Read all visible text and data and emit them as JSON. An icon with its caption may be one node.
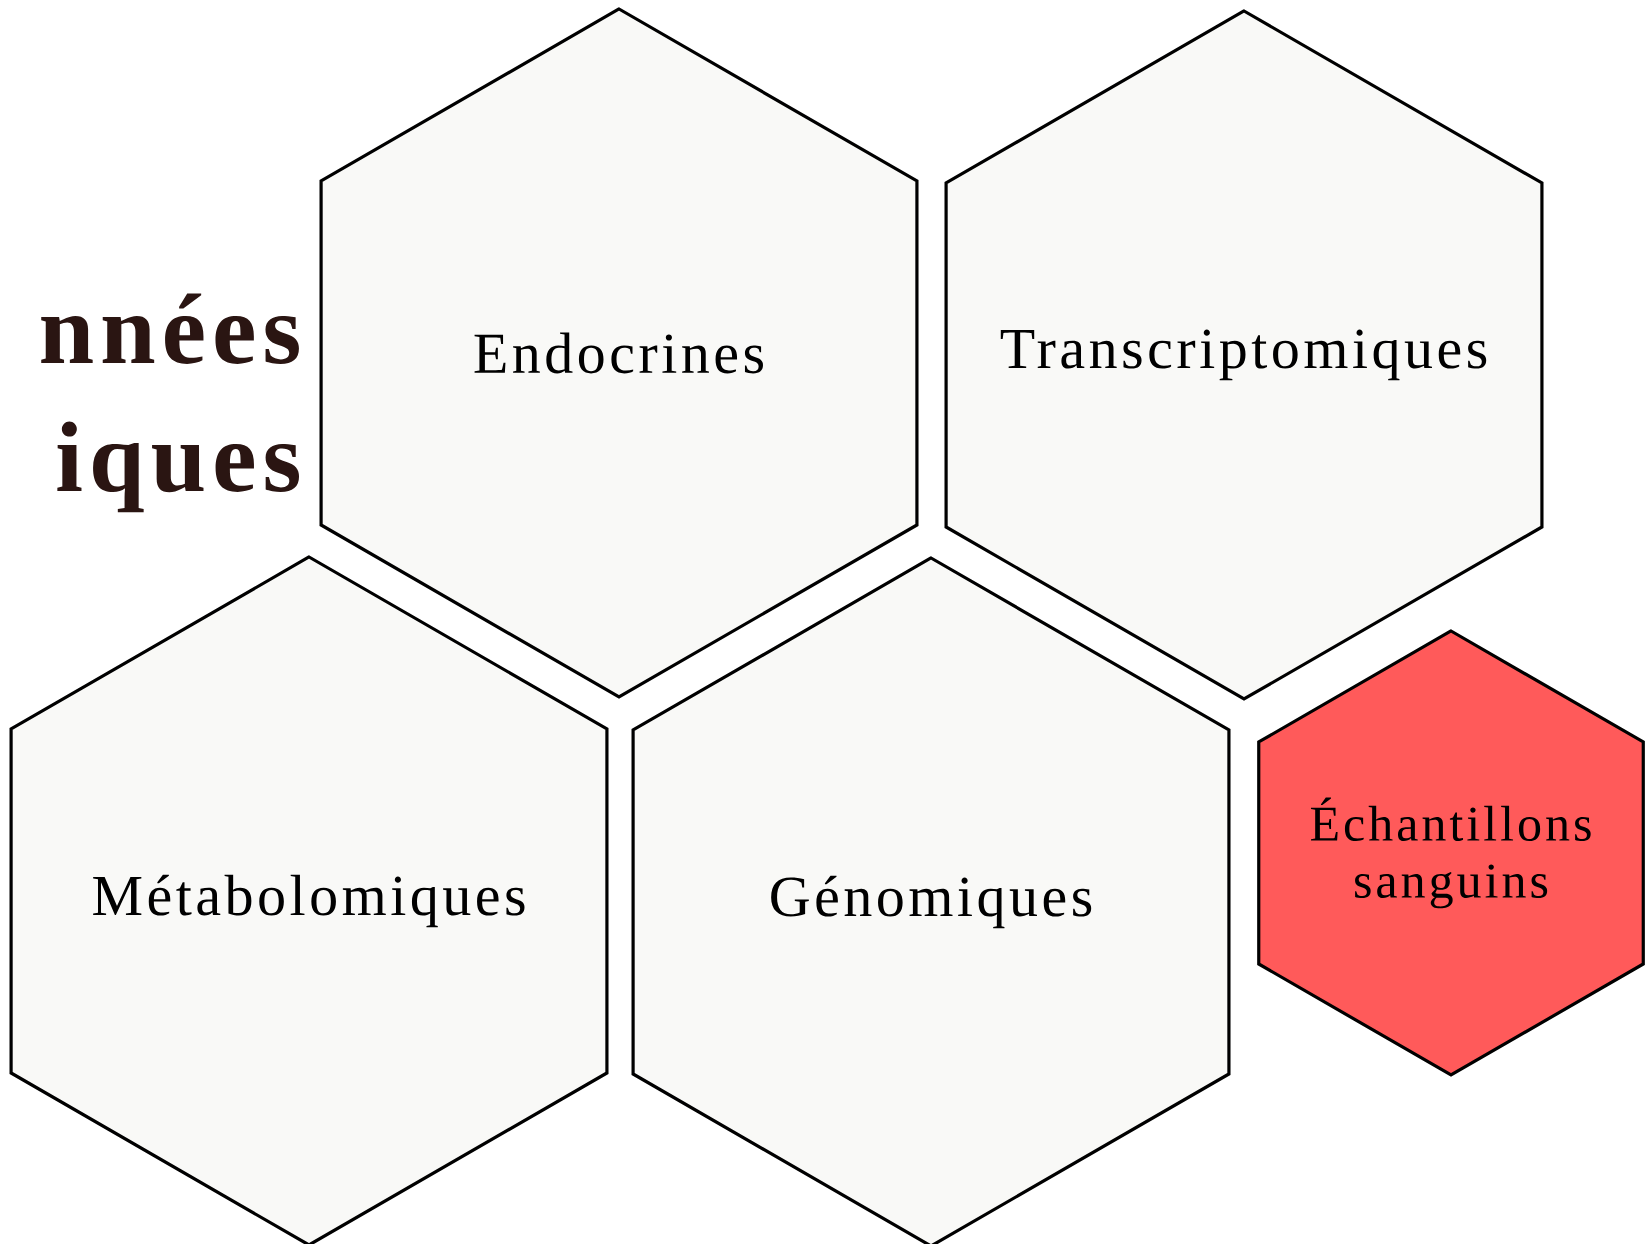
{
  "diagram": {
    "title": "nnées iques",
    "nodes": [
      {
        "text": [
          "Endocrines"
        ]
      },
      {
        "text": [
          "Transcriptomiques"
        ]
      },
      {
        "text": [
          "Métabolomiques"
        ]
      },
      {
        "text": [
          "Génomiques"
        ]
      },
      {
        "text": [
          "Échantillons sanguins"
        ]
      }
    ]
  }
}
